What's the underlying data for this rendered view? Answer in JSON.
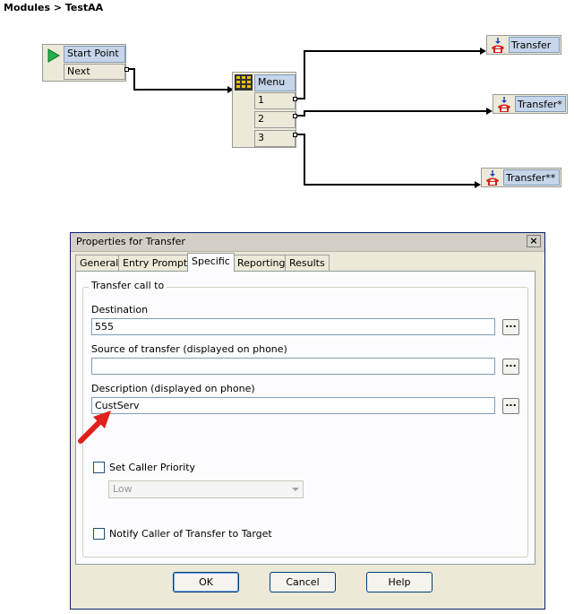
{
  "breadcrumb": {
    "label": "Modules > TestAA"
  },
  "flow": {
    "start": {
      "title": "Start Point",
      "output": "Next"
    },
    "menu": {
      "title": "Menu",
      "options": [
        "1",
        "2",
        "3"
      ]
    },
    "transfers": [
      "Transfer",
      "Transfer*",
      "Transfer**"
    ]
  },
  "dialog": {
    "title": "Properties for Transfer",
    "close": "×",
    "tabs": [
      "General",
      "Entry Prompts",
      "Specific",
      "Reporting",
      "Results"
    ],
    "active_tab": "Specific",
    "group_label": "Transfer call to",
    "destination": {
      "label": "Destination",
      "value": "555"
    },
    "source": {
      "label": "Source of transfer (displayed on phone)",
      "value": ""
    },
    "description": {
      "label": "Description (displayed on phone)",
      "value": "CustServ"
    },
    "browse": "...",
    "caller_priority": {
      "label": "Set Caller Priority",
      "checked": false,
      "select_value": "Low"
    },
    "notify": {
      "label": "Notify Caller of Transfer to Target",
      "checked": false
    },
    "buttons": {
      "ok": "OK",
      "cancel": "Cancel",
      "help": "Help"
    }
  },
  "colors": {
    "node_head": "#c6d5e9",
    "arrow": "#e0201b",
    "dialog_face": "#ece9d8"
  }
}
